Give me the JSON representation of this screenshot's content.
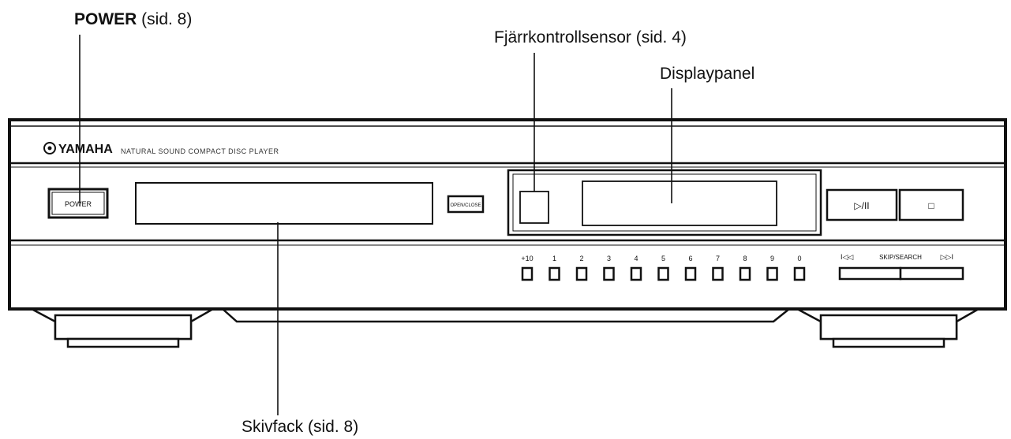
{
  "callouts": {
    "power": {
      "bold": "POWER",
      "rest": " (sid. 8)"
    },
    "remote_sensor": "Fjärrkontrollsensor (sid. 4)",
    "display_panel": "Displaypanel",
    "disc_tray": "Skivfack (sid. 8)"
  },
  "device": {
    "brand": "YAMAHA",
    "tagline": "NATURAL SOUND  COMPACT DISC PLAYER",
    "power_label": "POWER",
    "open_close_label": "OPEN/CLOSE",
    "play_pause_label": "▷/II",
    "stop_label": "□",
    "skip_search_label": "SKIP/SEARCH",
    "skip_back_label": "I◁◁",
    "skip_fwd_label": "▷▷I",
    "number_keys": [
      "+10",
      "1",
      "2",
      "3",
      "4",
      "5",
      "6",
      "7",
      "8",
      "9",
      "0"
    ]
  }
}
